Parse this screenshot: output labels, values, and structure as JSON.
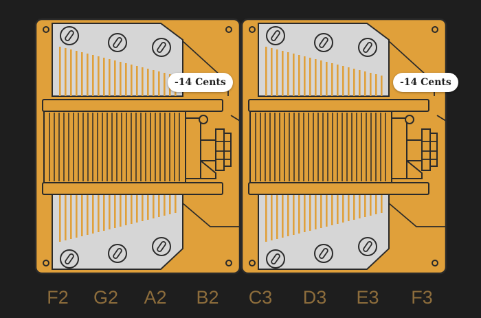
{
  "modules": [
    {
      "id": "left",
      "cents_label": "-14 Cents"
    },
    {
      "id": "right",
      "cents_label": "-14 Cents"
    }
  ],
  "notes": [
    "F2",
    "G2",
    "A2",
    "B2",
    "C3",
    "D3",
    "E3",
    "F3"
  ],
  "colors": {
    "background": "#1e1e1e",
    "plate": "#e0a03a",
    "metal": "#d6d6d6",
    "outline": "#2a2a2a",
    "note_text": "#8d6d3c"
  }
}
